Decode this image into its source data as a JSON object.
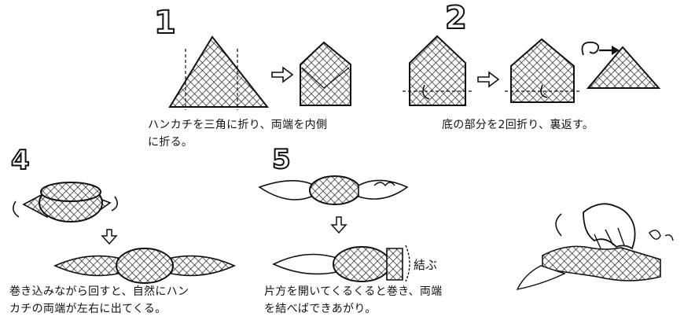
{
  "steps": {
    "s1": {
      "number": "1",
      "caption_line1": "ハンカチを三角に折り、両端を内側",
      "caption_line2": "に折る。"
    },
    "s2": {
      "number": "2",
      "caption": "底の部分を2回折り、裏返す。"
    },
    "s4": {
      "number": "4",
      "caption_line1": "巻き込みながら回すと、自然にハン",
      "caption_line2": "カチの両端が左右に出てくる。"
    },
    "s5": {
      "number": "5",
      "note": "結ぶ",
      "caption_line1": "片方を開いてくるくると巻き、両端",
      "caption_line2": "を結べばできあがり。"
    }
  },
  "icons": [
    "arrow-right-icon",
    "arrow-down-icon",
    "rotate-arrow-icon",
    "hand-icon"
  ]
}
